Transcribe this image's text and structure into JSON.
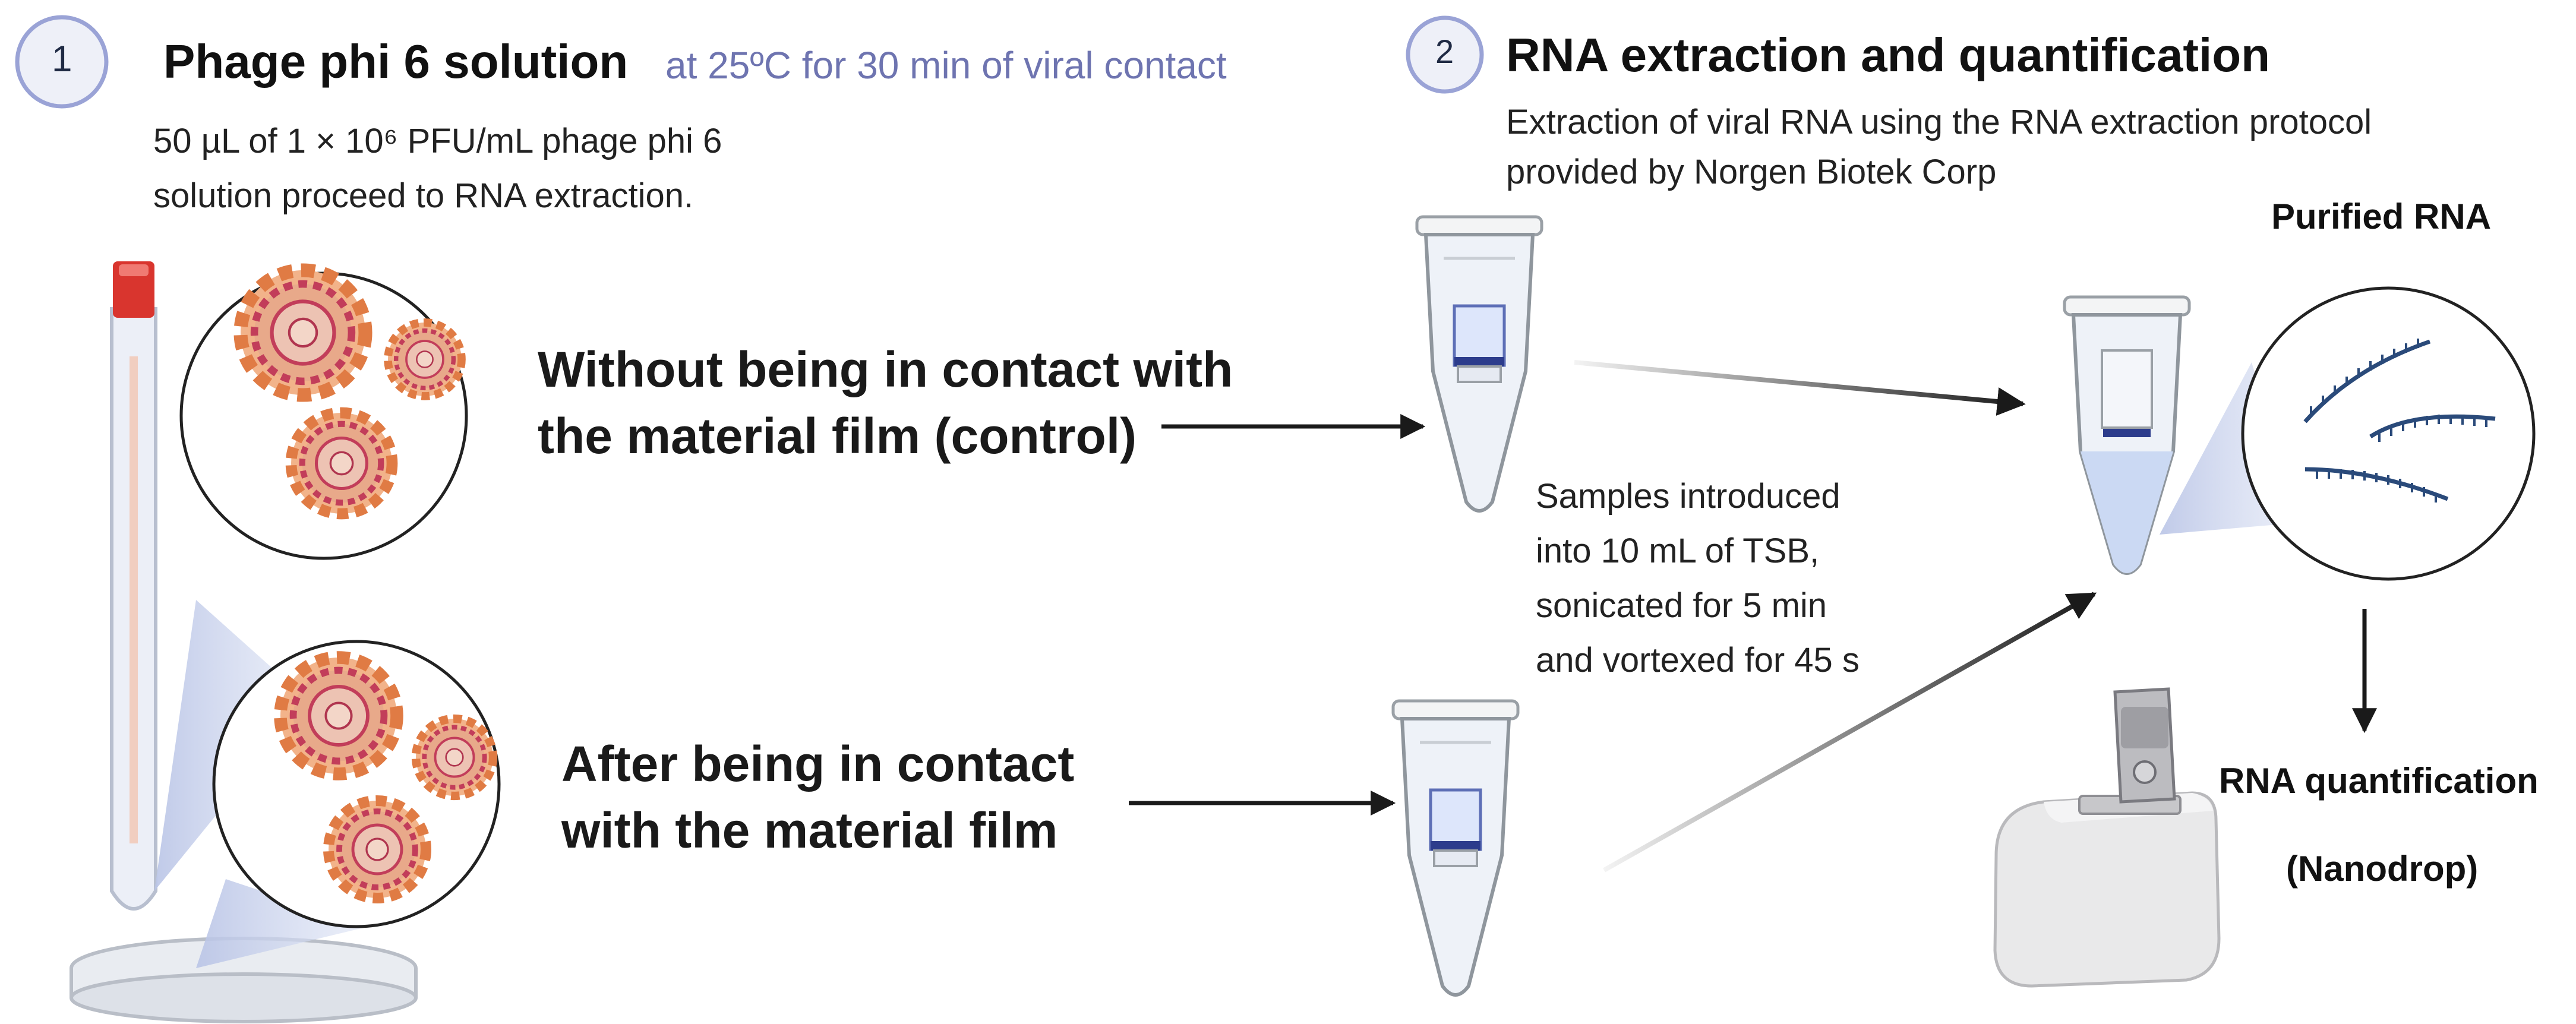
{
  "step1": {
    "number": "1",
    "title": "Phage phi 6 solution",
    "subtitle": "at 25ºC for 30 min of viral contact",
    "desc_lines": [
      "50 µL of 1 × 10⁶ PFU/mL phage phi 6",
      "solution proceed to RNA extraction."
    ],
    "control_lines": [
      "Without being in contact with",
      "the material film (control)"
    ],
    "contact_lines": [
      "After being in contact",
      "with the material film"
    ]
  },
  "step2": {
    "number": "2",
    "title": "RNA extraction and quantification",
    "desc_lines": [
      "Extraction of viral RNA using the RNA extraction protocol",
      "provided by Norgen Biotek Corp"
    ],
    "sample_lines": [
      "Samples introduced",
      "into 10 mL of TSB,",
      "sonicated for 5 min",
      "and vortexed for 45 s"
    ],
    "purified_label": "Purified RNA",
    "quant_label": "RNA quantification",
    "nanodrop_label": "(Nanodrop)"
  },
  "colors": {
    "step_circle": "#9aa3d6",
    "subtitle": "#6e74b0",
    "arrow": "#1a1a1a",
    "virus_outer": "#e8905a",
    "virus_core": "#c23d5a",
    "tube_band": "#2c3c8c",
    "rna_strand": "#2a4a7a"
  },
  "icons": [
    "phage-virus-icon",
    "test-tube-icon",
    "petri-dish-icon",
    "microcentrifuge-tube-icon",
    "rna-strand-icon",
    "nanodrop-device-icon"
  ]
}
